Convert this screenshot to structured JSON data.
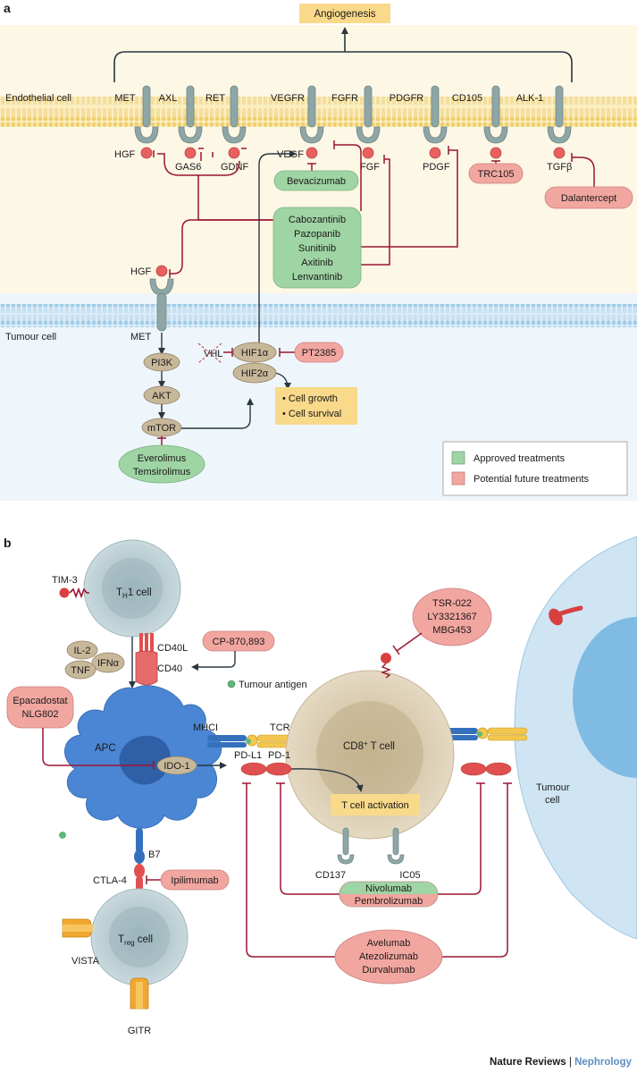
{
  "panel_a": {
    "label": "a",
    "angiogenesis": "Angiogenesis",
    "endothelial_cell": "Endothelial cell",
    "tumour_cell": "Tumour cell",
    "receptors": [
      "MET",
      "AXL",
      "RET",
      "VEGFR",
      "FGFR",
      "PDGFR",
      "CD105",
      "ALK-1"
    ],
    "ligands": {
      "hgf": "HGF",
      "gas6": "GAS6",
      "gdnf": "GDNF",
      "vegf": "VEGF",
      "fgf": "FGF",
      "pdgf": "PDGF",
      "tgfb": "TGFβ",
      "hgf_tumour": "HGF"
    },
    "drugs": {
      "bevacizumab": "Bevacizumab",
      "trc105": "TRC105",
      "dalantercept": "Dalantercept",
      "multi": [
        "Cabozantinib",
        "Pazopanib",
        "Sunitinib",
        "Axitinib",
        "Lenvantinib"
      ],
      "everolimus": [
        "Everolimus",
        "Temsirolimus"
      ],
      "pt2385": "PT2385"
    },
    "pathway": {
      "met": "MET",
      "pi3k": "PI3K",
      "akt": "AKT",
      "mtor": "mTOR",
      "vhl": "VHL",
      "hif1a": "HIF1α",
      "hif2a": "HIF2α"
    },
    "outcomes": [
      "• Cell growth",
      "• Cell survival"
    ],
    "legend": {
      "approved": "Approved treatments",
      "future": "Potential future treatments"
    }
  },
  "panel_b": {
    "label": "b",
    "th1_cell": "T",
    "th1_sub": "H",
    "th1_rest": "1 cell",
    "tim3": "TIM-3",
    "il2": "IL-2",
    "ifna": "IFNα",
    "tnf": "TNF",
    "cd40l": "CD40L",
    "cd40": "CD40",
    "cp": "CP-870,893",
    "tumour_antigen": "Tumour antigen",
    "epacadostat": [
      "Epacadostat",
      "NLG802"
    ],
    "apc": "APC",
    "mhci": "MHCI",
    "tcr": "TCR",
    "ido1": "IDO-1",
    "pdl1": "PD-L1",
    "pd1": "PD-1",
    "cd8_cell": "CD8",
    "cd8_sup": "+",
    "cd8_rest": " T cell",
    "t_activation": "T cell activation",
    "tsr": [
      "TSR-022",
      "LY3321367",
      "MBG453"
    ],
    "tumour_cell": [
      "Tumour",
      "cell"
    ],
    "b7": "B7",
    "ctla4": "CTLA-4",
    "ipilimumab": "Ipilimumab",
    "cd137": "CD137",
    "ic05": "IC05",
    "nivolumab": [
      "Nivolumab",
      "Pembrolizumab"
    ],
    "avelumab": [
      "Avelumab",
      "Atezolizumab",
      "Durvalumab"
    ],
    "treg": "T",
    "treg_sub": "reg",
    "treg_rest": " cell",
    "vista": "VISTA",
    "gitr": "GITR"
  },
  "footer": {
    "brand": "Nature Reviews",
    "separator": "|",
    "journal": "Nephrology"
  },
  "colors": {
    "membrane": "#f3d98a",
    "tumour_membrane": "#bcdcf0",
    "approved": "#9fd4a4",
    "future": "#f2a6a0",
    "receptor": "#8ea6a6",
    "ligand": "#e86060",
    "inhibit": "#9a1530",
    "pathway": "#c8b89a",
    "outcome": "#f9d98a",
    "apc": "#4b86d4",
    "cd8": "#d4c4a4"
  }
}
